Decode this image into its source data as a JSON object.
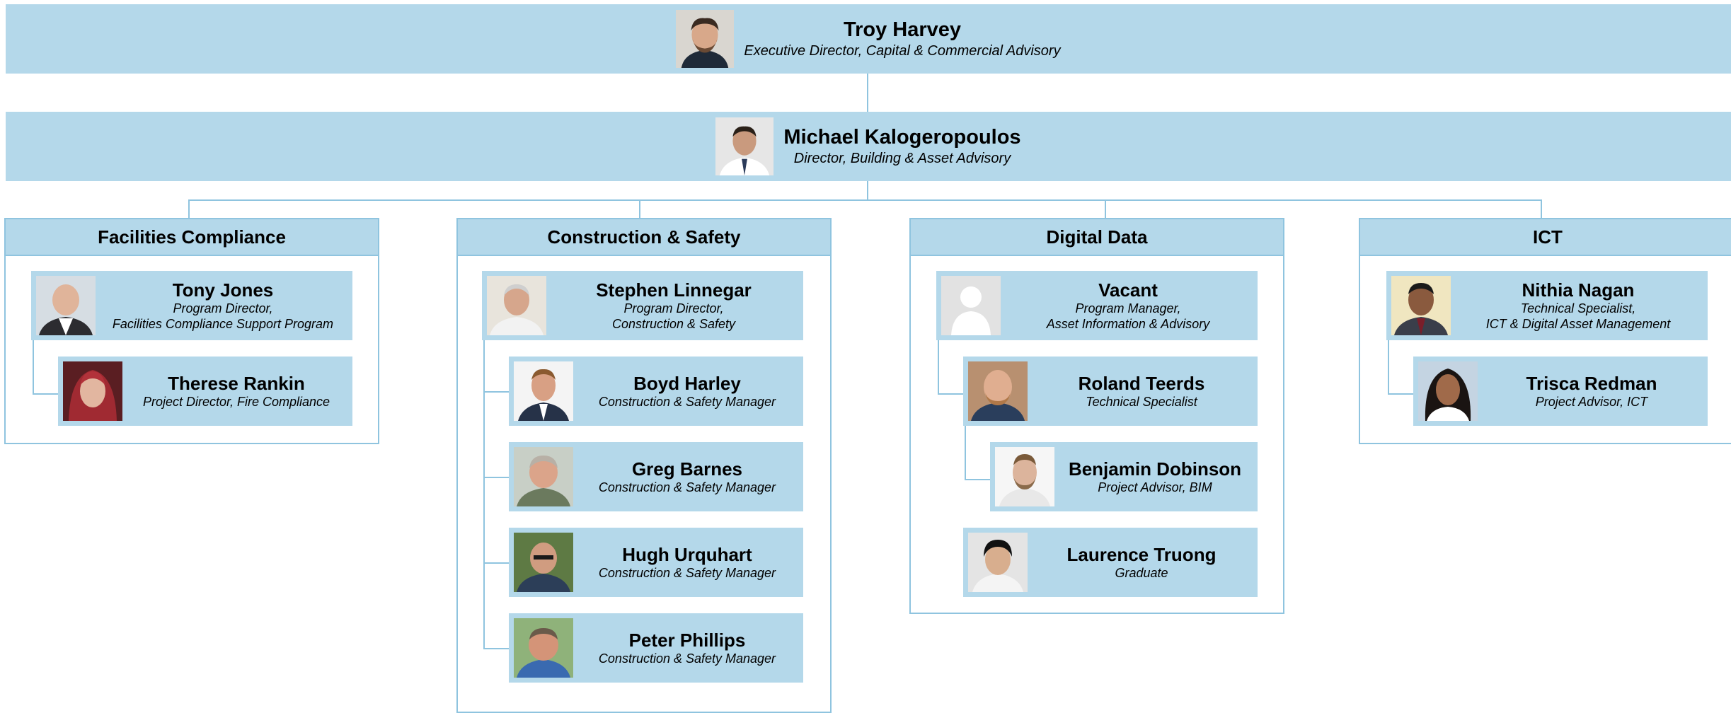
{
  "top": {
    "name": "Troy Harvey",
    "title": "Executive Director, Capital & Commercial Advisory"
  },
  "director": {
    "name": "Michael Kalogeropoulos",
    "title": "Director, Building & Asset Advisory"
  },
  "departments": [
    {
      "name": "Facilities Compliance",
      "people": [
        {
          "name": "Tony Jones",
          "title1": "Program Director,",
          "title2": "Facilities Compliance Support Program"
        },
        {
          "name": "Therese Rankin",
          "title1": "Project Director, Fire Compliance",
          "title2": ""
        }
      ]
    },
    {
      "name": "Construction & Safety",
      "people": [
        {
          "name": "Stephen Linnegar",
          "title1": "Program Director,",
          "title2": "Construction & Safety"
        },
        {
          "name": "Boyd Harley",
          "title1": "Construction & Safety Manager",
          "title2": ""
        },
        {
          "name": "Greg Barnes",
          "title1": "Construction & Safety Manager",
          "title2": ""
        },
        {
          "name": "Hugh Urquhart",
          "title1": "Construction & Safety Manager",
          "title2": ""
        },
        {
          "name": "Peter Phillips",
          "title1": "Construction & Safety Manager",
          "title2": ""
        }
      ]
    },
    {
      "name": "Digital Data",
      "people": [
        {
          "name": "Vacant",
          "title1": "Program Manager,",
          "title2": "Asset Information & Advisory"
        },
        {
          "name": "Roland Teerds",
          "title1": "Technical Specialist",
          "title2": ""
        },
        {
          "name": "Benjamin Dobinson",
          "title1": "Project Advisor, BIM",
          "title2": ""
        },
        {
          "name": "Laurence Truong",
          "title1": "Graduate",
          "title2": ""
        }
      ]
    },
    {
      "name": "ICT",
      "people": [
        {
          "name": "Nithia Nagan",
          "title1": "Technical Specialist,",
          "title2": "ICT & Digital Asset Management"
        },
        {
          "name": "Trisca Redman",
          "title1": "Project Advisor, ICT",
          "title2": ""
        }
      ]
    }
  ],
  "colors": {
    "box_fill": "#b4d8ea",
    "connector": "#8fc4df"
  },
  "icons": {
    "portrait": "person-photo-icon",
    "vacant": "vacant-placeholder-icon"
  }
}
